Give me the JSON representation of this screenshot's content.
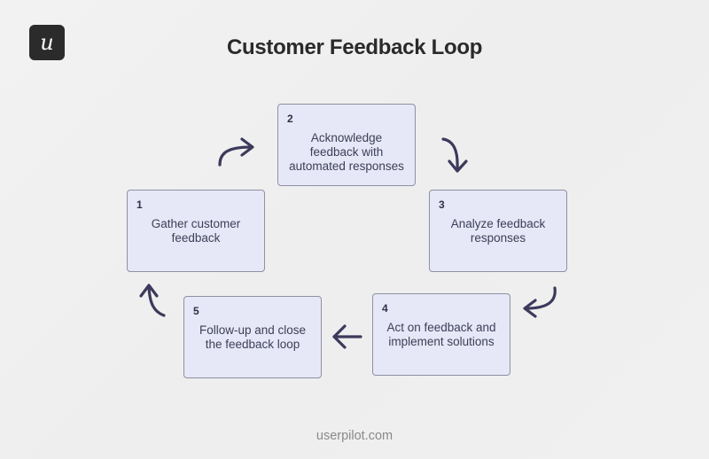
{
  "title": "Customer Feedback Loop",
  "logo": {
    "icon": "userpilot-logo-icon",
    "letter": "u"
  },
  "steps": [
    {
      "number": "1",
      "text": "Gather customer feedback"
    },
    {
      "number": "2",
      "text": "Acknowledge feedback with automated responses"
    },
    {
      "number": "3",
      "text": "Analyze feedback responses"
    },
    {
      "number": "4",
      "text": "Act on feedback and implement solutions"
    },
    {
      "number": "5",
      "text": "Follow-up and close the feedback loop"
    }
  ],
  "colors": {
    "box_fill": "#e6e7f7",
    "box_border": "#8f91a3",
    "arrow": "#3b3a5c",
    "title": "#2a2a2a",
    "footer": "#8a8a8a"
  },
  "footer": "userpilot.com"
}
